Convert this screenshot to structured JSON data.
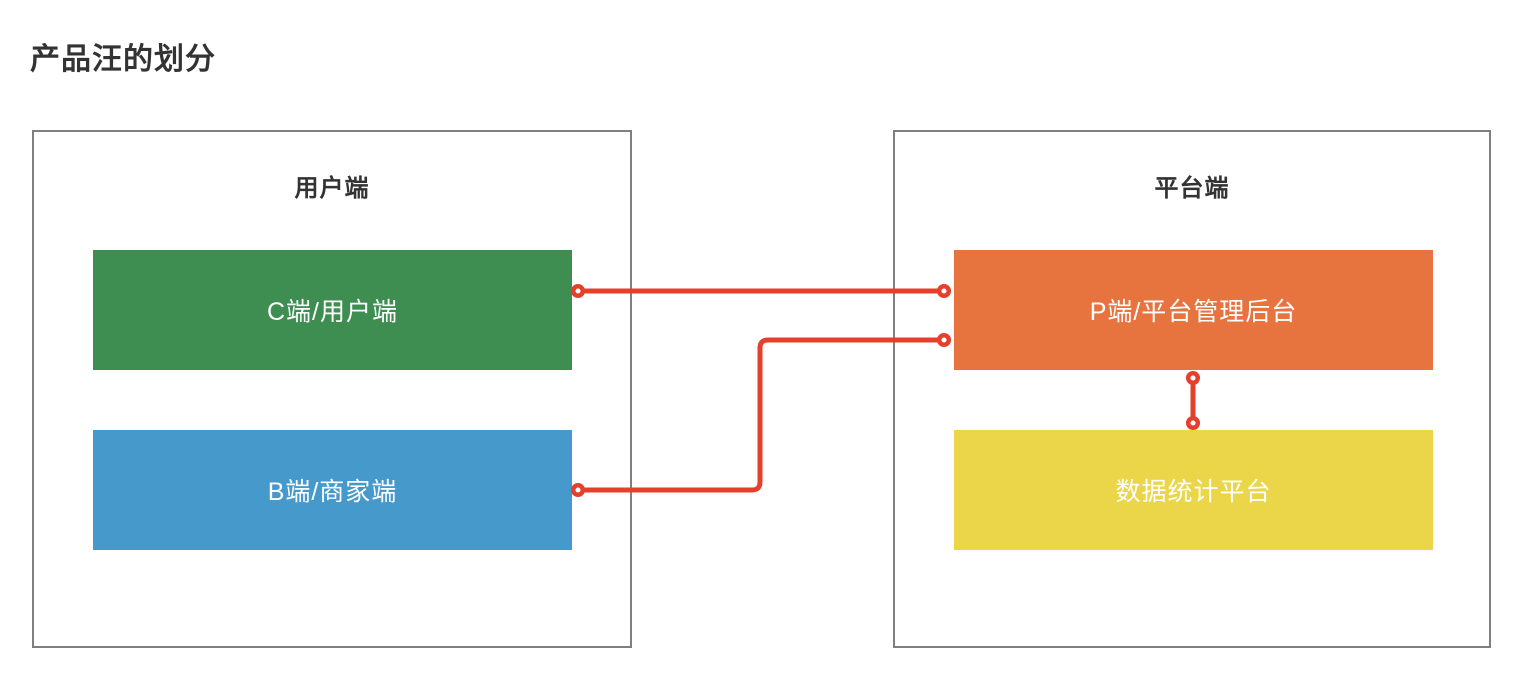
{
  "title": "产品汪的划分",
  "colors": {
    "green": "#3E8E52",
    "blue": "#4699CB",
    "orange": "#E7743F",
    "yellow": "#EBD64A",
    "connector": "#E5402C",
    "container_border": "#7F7F7F",
    "heading_text": "#333333",
    "node_text": "#FFFFFF"
  },
  "containers": [
    {
      "title": "用户端",
      "nodes": [
        {
          "label": "C端/用户端",
          "color_key": "green"
        },
        {
          "label": "B端/商家端",
          "color_key": "blue"
        }
      ]
    },
    {
      "title": "平台端",
      "nodes": [
        {
          "label": "P端/平台管理后台",
          "color_key": "orange"
        },
        {
          "label": "数据统计平台",
          "color_key": "yellow"
        }
      ]
    }
  ],
  "connections": [
    {
      "from": "C端/用户端",
      "to": "P端/平台管理后台"
    },
    {
      "from": "B端/商家端",
      "to": "P端/平台管理后台"
    },
    {
      "from": "P端/平台管理后台",
      "to": "数据统计平台"
    }
  ]
}
